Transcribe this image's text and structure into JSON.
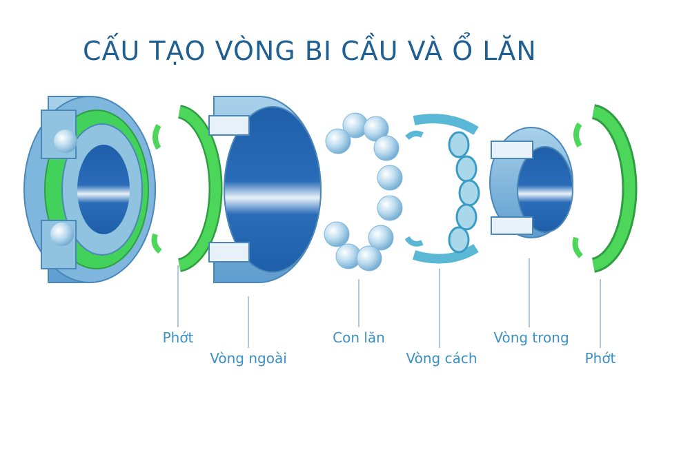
{
  "title": "CẤU TẠO VÒNG BI CẦU VÀ Ổ LĂN",
  "labels": {
    "seal_left": "Phớt",
    "outer_ring": "Vòng ngoài",
    "rolling_elements": "Con lăn",
    "cage": "Vòng cách",
    "inner_ring": "Vòng trong",
    "seal_right": "Phớt"
  },
  "colors": {
    "title": "#1f5f92",
    "label": "#3a8fc4",
    "ring_light": "#8fc3e0",
    "ring_mid": "#5a9ccf",
    "ring_dark": "#1f5faa",
    "seal_green": "#4cd65a",
    "ball": "#cfe6f3",
    "cage": "#5ab8d6"
  }
}
